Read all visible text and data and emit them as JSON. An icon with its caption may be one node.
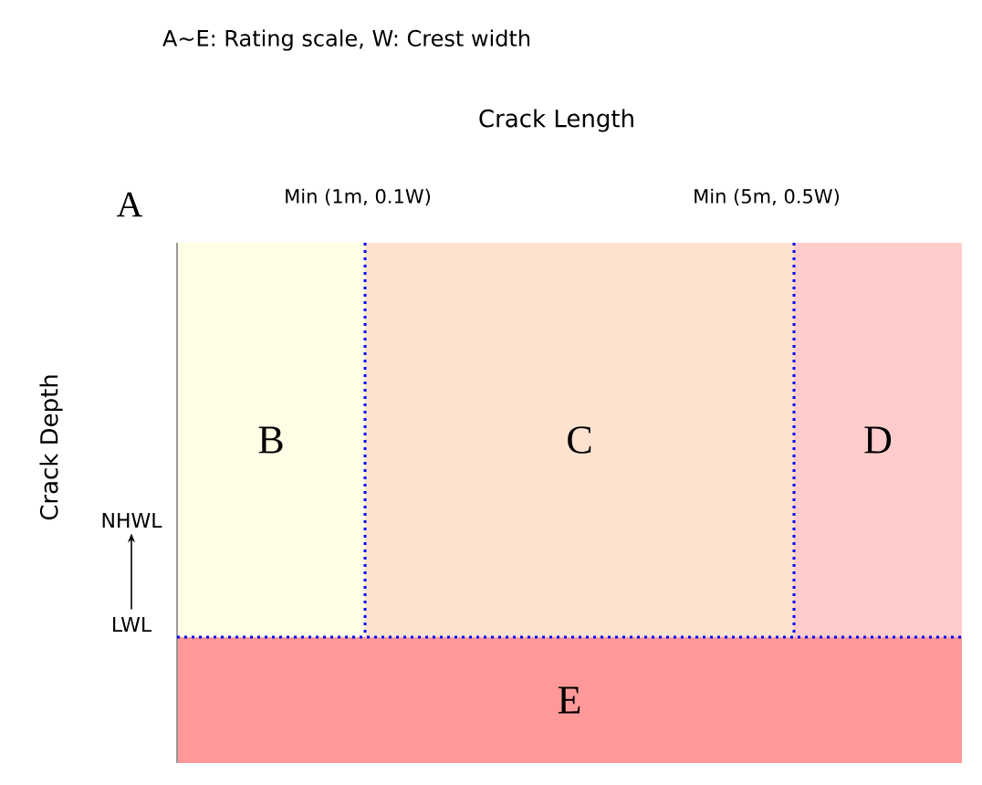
{
  "diagram": {
    "nodes": [
      {
        "text": [
          "B"
        ]
      },
      {
        "text": [
          "C"
        ]
      },
      {
        "text": [
          "D"
        ]
      },
      {
        "text": [
          "E"
        ]
      },
      {
        "text": [
          "NHWL"
        ]
      },
      {
        "text": [
          "LWL"
        ]
      }
    ],
    "edges": [
      {
        "from": 5,
        "to": 4,
        "arrow": "to"
      }
    ],
    "labels": [
      "A∼E: Rating scale, W: Crest width",
      "Crack Length",
      "A",
      "Min (1m, 0.1W)",
      "Min (5m, 0.5W)",
      "Crack Depth"
    ]
  }
}
